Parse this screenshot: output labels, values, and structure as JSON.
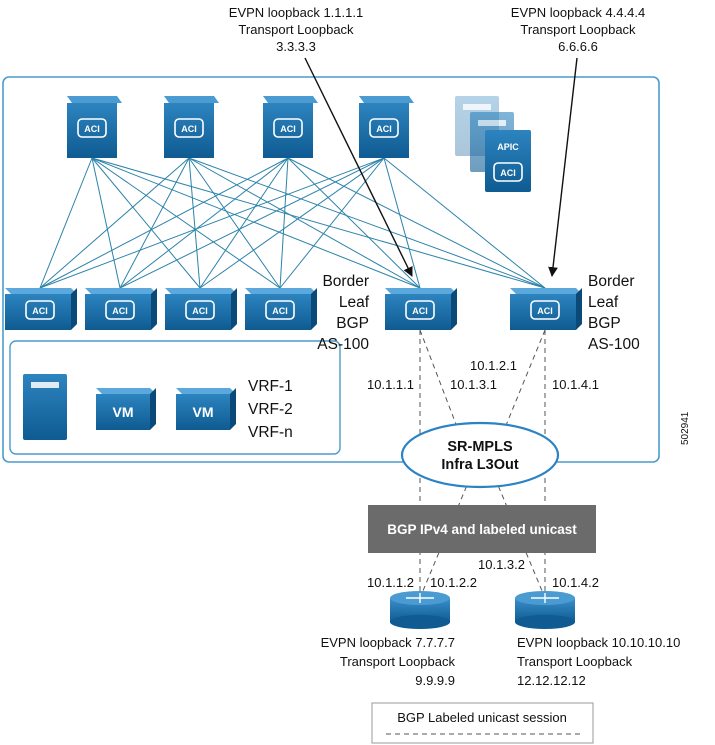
{
  "top_left_annotation": [
    "EVPN loopback 1.1.1.1",
    "Transport Loopback",
    "3.3.3.3"
  ],
  "top_right_annotation": [
    "EVPN loopback 4.4.4.4",
    "Transport Loopback",
    "6.6.6.6"
  ],
  "apic": {
    "label": "APIC"
  },
  "border_leaf_left": [
    "Border",
    "Leaf",
    "BGP",
    "AS-100"
  ],
  "border_leaf_right": [
    "Border",
    "Leaf",
    "BGP",
    "AS-100"
  ],
  "vms": [
    "VM",
    "VM"
  ],
  "vrfs": [
    "VRF-1",
    "VRF-2",
    "VRF-n"
  ],
  "link_ips": {
    "bl1_a": "10.1.1.1",
    "bl1_b": "10.1.3.1",
    "bl2_a": "10.1.2.1",
    "bl2_b": "10.1.4.1",
    "r1_a": "10.1.1.2",
    "r1_b": "10.1.2.2",
    "r2_a": "10.1.3.2",
    "r2_b": "10.1.4.2"
  },
  "sr_mpls": [
    "SR-MPLS",
    "Infra L3Out"
  ],
  "bgp_bar": "BGP IPv4 and labeled unicast",
  "router1_annotation": [
    "EVPN loopback 7.7.7.7",
    "Transport Loopback",
    "9.9.9.9"
  ],
  "router2_annotation": [
    "EVPN loopback 10.10.10.10",
    "Transport Loopback",
    "12.12.12.12"
  ],
  "legend": "BGP Labeled unicast session",
  "figure_id": "502941",
  "colors": {
    "device_blue": "#1a6fad",
    "fabric_link": "#2b83aa",
    "bgp_bar": "#6b6b6b",
    "cloud_stroke": "#2b83c3"
  }
}
